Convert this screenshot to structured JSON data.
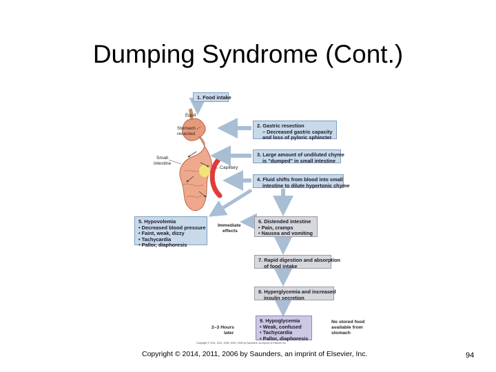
{
  "slide": {
    "title": "Dumping Syndrome (Cont.)",
    "footer": "Copyright © 2014, 2011, 2006 by Saunders, an imprint of Elsevier, Inc.",
    "page_number": "94"
  },
  "figure": {
    "copyright": "Copyright © 2011, 2011, 2006, 2002, 1993 by Saunders, an imprint of Elsevier Inc.",
    "labels": {
      "food": "Food",
      "stomach": [
        "Stomach",
        "resected"
      ],
      "small_intestine": [
        "Small",
        "intestine"
      ],
      "capillary": "Capillary",
      "immediate": [
        "Immediate",
        "effects"
      ],
      "later": [
        "2–3 Hours",
        "later"
      ],
      "no_stored": [
        "No stored food",
        "available from",
        "stomach"
      ]
    },
    "boxes": {
      "b1": [
        "1. Food intake"
      ],
      "b2": [
        "2. Gastric resection",
        "– Decreased gastric capacity",
        "and loss of pyloric sphincter"
      ],
      "b3": [
        "3. Large amount of undiluted chyme",
        "is \"dumped\" in small intestine"
      ],
      "b4": [
        "4. Fluid shifts from blood into small",
        "intestine to dilute hypertonic chyme"
      ],
      "b5": [
        "5. Hypovolemia",
        "• Decreased blood pressure",
        "• Faint, weak, dizzy",
        "• Tachycardia",
        "• Pallor, diaphoresis"
      ],
      "b6": [
        "6. Distended intestine",
        "• Pain, cramps",
        "• Nausea and vomiting"
      ],
      "b7": [
        "7. Rapid digestion and absorption",
        "of food intake"
      ],
      "b8": [
        "8. Hyperglycemia and increased",
        "insulin secretion"
      ],
      "b9": [
        "9. Hypoglycemia",
        "• Weak, confused",
        "• Tachycardia",
        "• Pallor, diaphoresis"
      ]
    }
  }
}
